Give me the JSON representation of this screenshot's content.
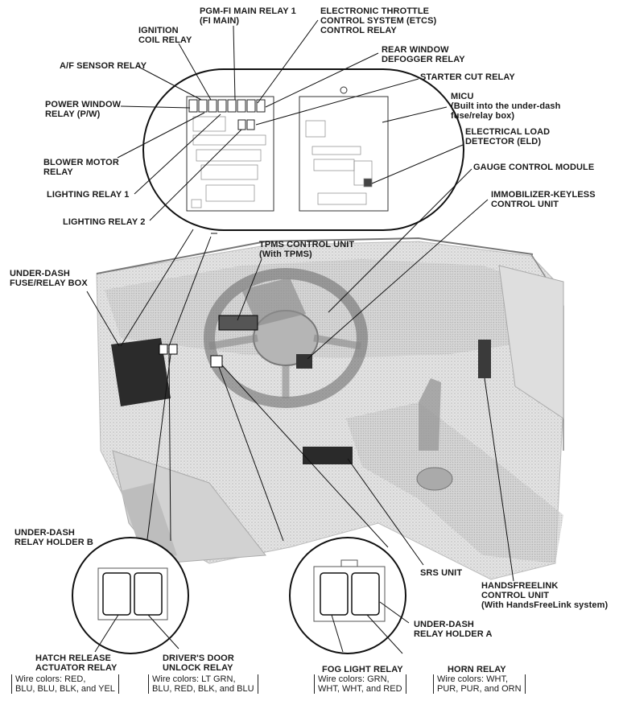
{
  "labels": {
    "pgm_fi": "PGM-FI MAIN RELAY 1",
    "pgm_fi_sub": "(FI MAIN)",
    "etcs_1": "ELECTRONIC THROTTLE",
    "etcs_2": "CONTROL SYSTEM (ETCS)",
    "etcs_3": "CONTROL RELAY",
    "ignition_1": "IGNITION",
    "ignition_2": "COIL RELAY",
    "rear_window_1": "REAR WINDOW",
    "rear_window_2": "DEFOGGER RELAY",
    "af_sensor": "A/F SENSOR RELAY",
    "starter_cut": "STARTER CUT RELAY",
    "power_window_1": "POWER WINDOW",
    "power_window_2": "RELAY (P/W)",
    "micu_1": "MICU",
    "micu_2": "(Built into the under-dash",
    "micu_3": "fuse/relay box)",
    "blower_1": "BLOWER MOTOR",
    "blower_2": "RELAY",
    "eld_1": "ELECTRICAL LOAD",
    "eld_2": "DETECTOR (ELD)",
    "gauge": "GAUGE CONTROL MODULE",
    "lighting_1": "LIGHTING RELAY 1",
    "immobilizer_1": "IMMOBILIZER-KEYLESS",
    "immobilizer_2": "CONTROL UNIT",
    "lighting_2": "LIGHTING RELAY 2",
    "tpms_1": "TPMS CONTROL UNIT",
    "tpms_2": "(With TPMS)",
    "underdash_box_1": "UNDER-DASH",
    "underdash_box_2": "FUSE/RELAY BOX",
    "holder_b_1": "UNDER-DASH",
    "holder_b_2": "RELAY HOLDER B",
    "srs": "SRS UNIT",
    "hfl_1": "HANDSFREELINK",
    "hfl_2": "CONTROL UNIT",
    "hfl_3": "(With HandsFreeLink system)",
    "holder_a_1": "UNDER-DASH",
    "holder_a_2": "RELAY HOLDER A",
    "hatch_1": "HATCH RELEASE",
    "hatch_2": "ACTUATOR RELAY",
    "hatch_wire_1": "Wire colors: RED,",
    "hatch_wire_2": "BLU, BLU, BLK, and YEL",
    "door_1": "DRIVER'S DOOR",
    "door_2": "UNLOCK RELAY",
    "door_wire_1": "Wire colors: LT GRN,",
    "door_wire_2": "BLU, RED, BLK, and BLU",
    "fog_1": "FOG LIGHT RELAY",
    "fog_wire_1": "Wire colors: GRN,",
    "fog_wire_2": "WHT, WHT, and RED",
    "horn_1": "HORN RELAY",
    "horn_wire_1": "Wire colors: WHT,",
    "horn_wire_2": "PUR, PUR, and ORN"
  }
}
